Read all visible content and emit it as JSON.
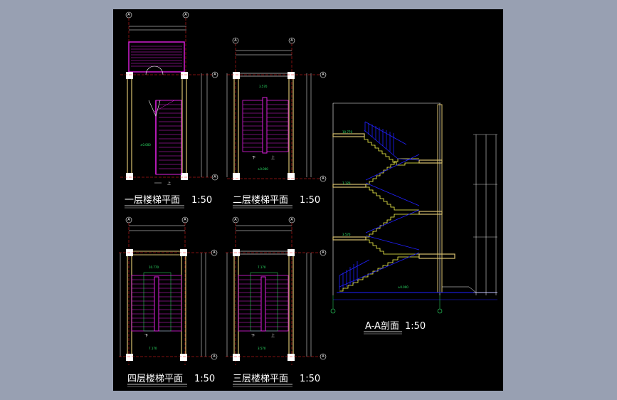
{
  "sheet": {
    "titles": {
      "plan1": "一层楼梯平面",
      "plan2": "二层楼梯平面",
      "plan4": "四层楼梯平面",
      "plan3": "三层楼梯平面",
      "section": "A-A剖面"
    },
    "scale": "1:50",
    "axis_labels": {
      "a": "A"
    },
    "walk_labels": {
      "up": "上",
      "down": "下"
    },
    "section_levels": [
      "±0.000",
      "3.570",
      "7.170",
      "10.770"
    ],
    "plan_levels": [
      "±0.000",
      "3.570",
      "7.170",
      "10.770"
    ],
    "colors": {
      "background": "#000000",
      "frame": "#98a0b2",
      "stair": "#e020e0",
      "wall": "#d8c070",
      "dimension": "#ffffff",
      "level_text": "#2ee86a",
      "axis": "#ff2020",
      "section_steps": "#ffff50",
      "railing": "#2020ff",
      "axis_bubble": "#ffffff"
    }
  }
}
